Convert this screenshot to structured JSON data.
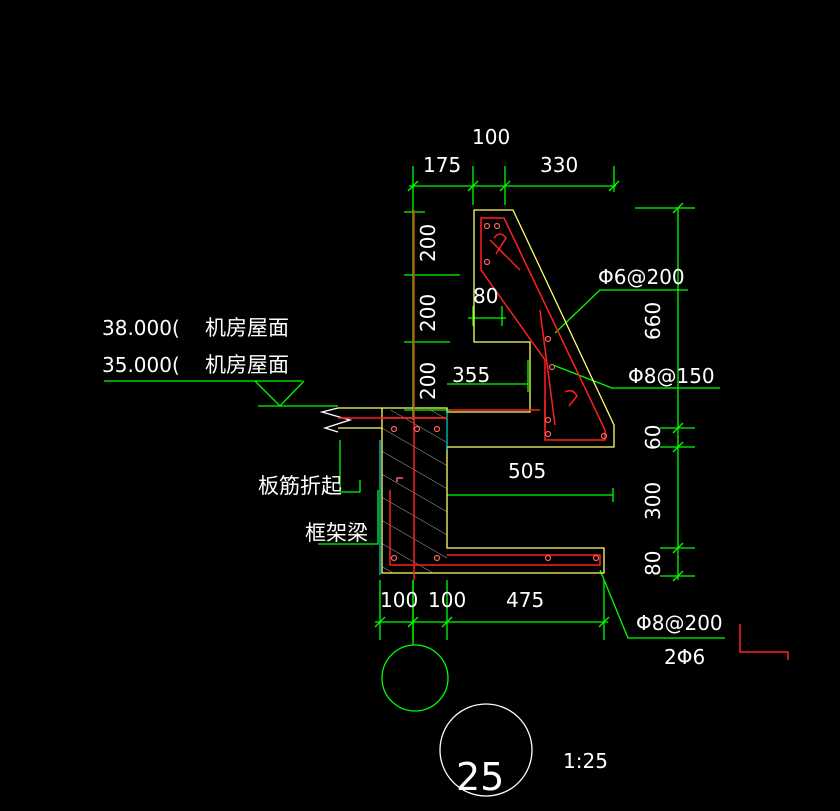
{
  "dims": {
    "top_total": "100",
    "top_left": "175",
    "top_right": "330",
    "v_200_a": "200",
    "v_200_b": "200",
    "v_200_c": "200",
    "w_80": "80",
    "w_355": "355",
    "w_505": "505",
    "h_660": "660",
    "h_60": "60",
    "h_300": "300",
    "h_80": "80",
    "b_100_a": "100",
    "b_100_b": "100",
    "b_475": "475"
  },
  "elevations": {
    "e1": "38.000(",
    "e1_label": "机房屋面",
    "e2": "35.000(",
    "e2_label": "机房屋面"
  },
  "callouts": {
    "rebar1": "Φ6@200",
    "rebar2": "Φ8@150",
    "rebar3": "Φ8@200",
    "rebar4": "2Φ6",
    "slab_bent": "板筋折起",
    "frame_beam": "框架梁"
  },
  "detail": {
    "number": "25",
    "scale": "1:25"
  },
  "colors": {
    "outline": "#ffff66",
    "rebar": "#ff2020",
    "dimension": "#00ff00",
    "text": "#ffffff",
    "cyan": "#00ffff"
  }
}
